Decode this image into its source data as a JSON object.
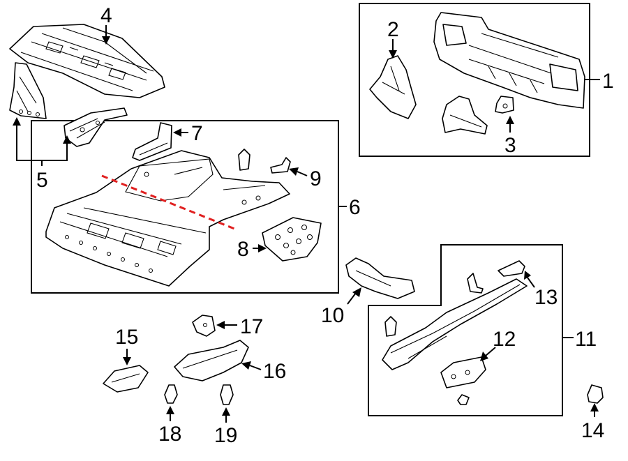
{
  "diagram": {
    "callouts": [
      {
        "id": "c1",
        "text": "1"
      },
      {
        "id": "c2",
        "text": "2"
      },
      {
        "id": "c3",
        "text": "3"
      },
      {
        "id": "c4",
        "text": "4"
      },
      {
        "id": "c5",
        "text": "5"
      },
      {
        "id": "c6",
        "text": "6"
      },
      {
        "id": "c7",
        "text": "7"
      },
      {
        "id": "c8",
        "text": "8"
      },
      {
        "id": "c9",
        "text": "9"
      },
      {
        "id": "c10",
        "text": "10"
      },
      {
        "id": "c11",
        "text": "11"
      },
      {
        "id": "c12",
        "text": "12"
      },
      {
        "id": "c13",
        "text": "13"
      },
      {
        "id": "c14",
        "text": "14"
      },
      {
        "id": "c15",
        "text": "15"
      },
      {
        "id": "c16",
        "text": "16"
      },
      {
        "id": "c17",
        "text": "17"
      },
      {
        "id": "c18",
        "text": "18"
      },
      {
        "id": "c19",
        "text": "19"
      }
    ],
    "colors": {
      "line": "#000000",
      "cut_line": "#e02020",
      "background": "#ffffff"
    }
  }
}
